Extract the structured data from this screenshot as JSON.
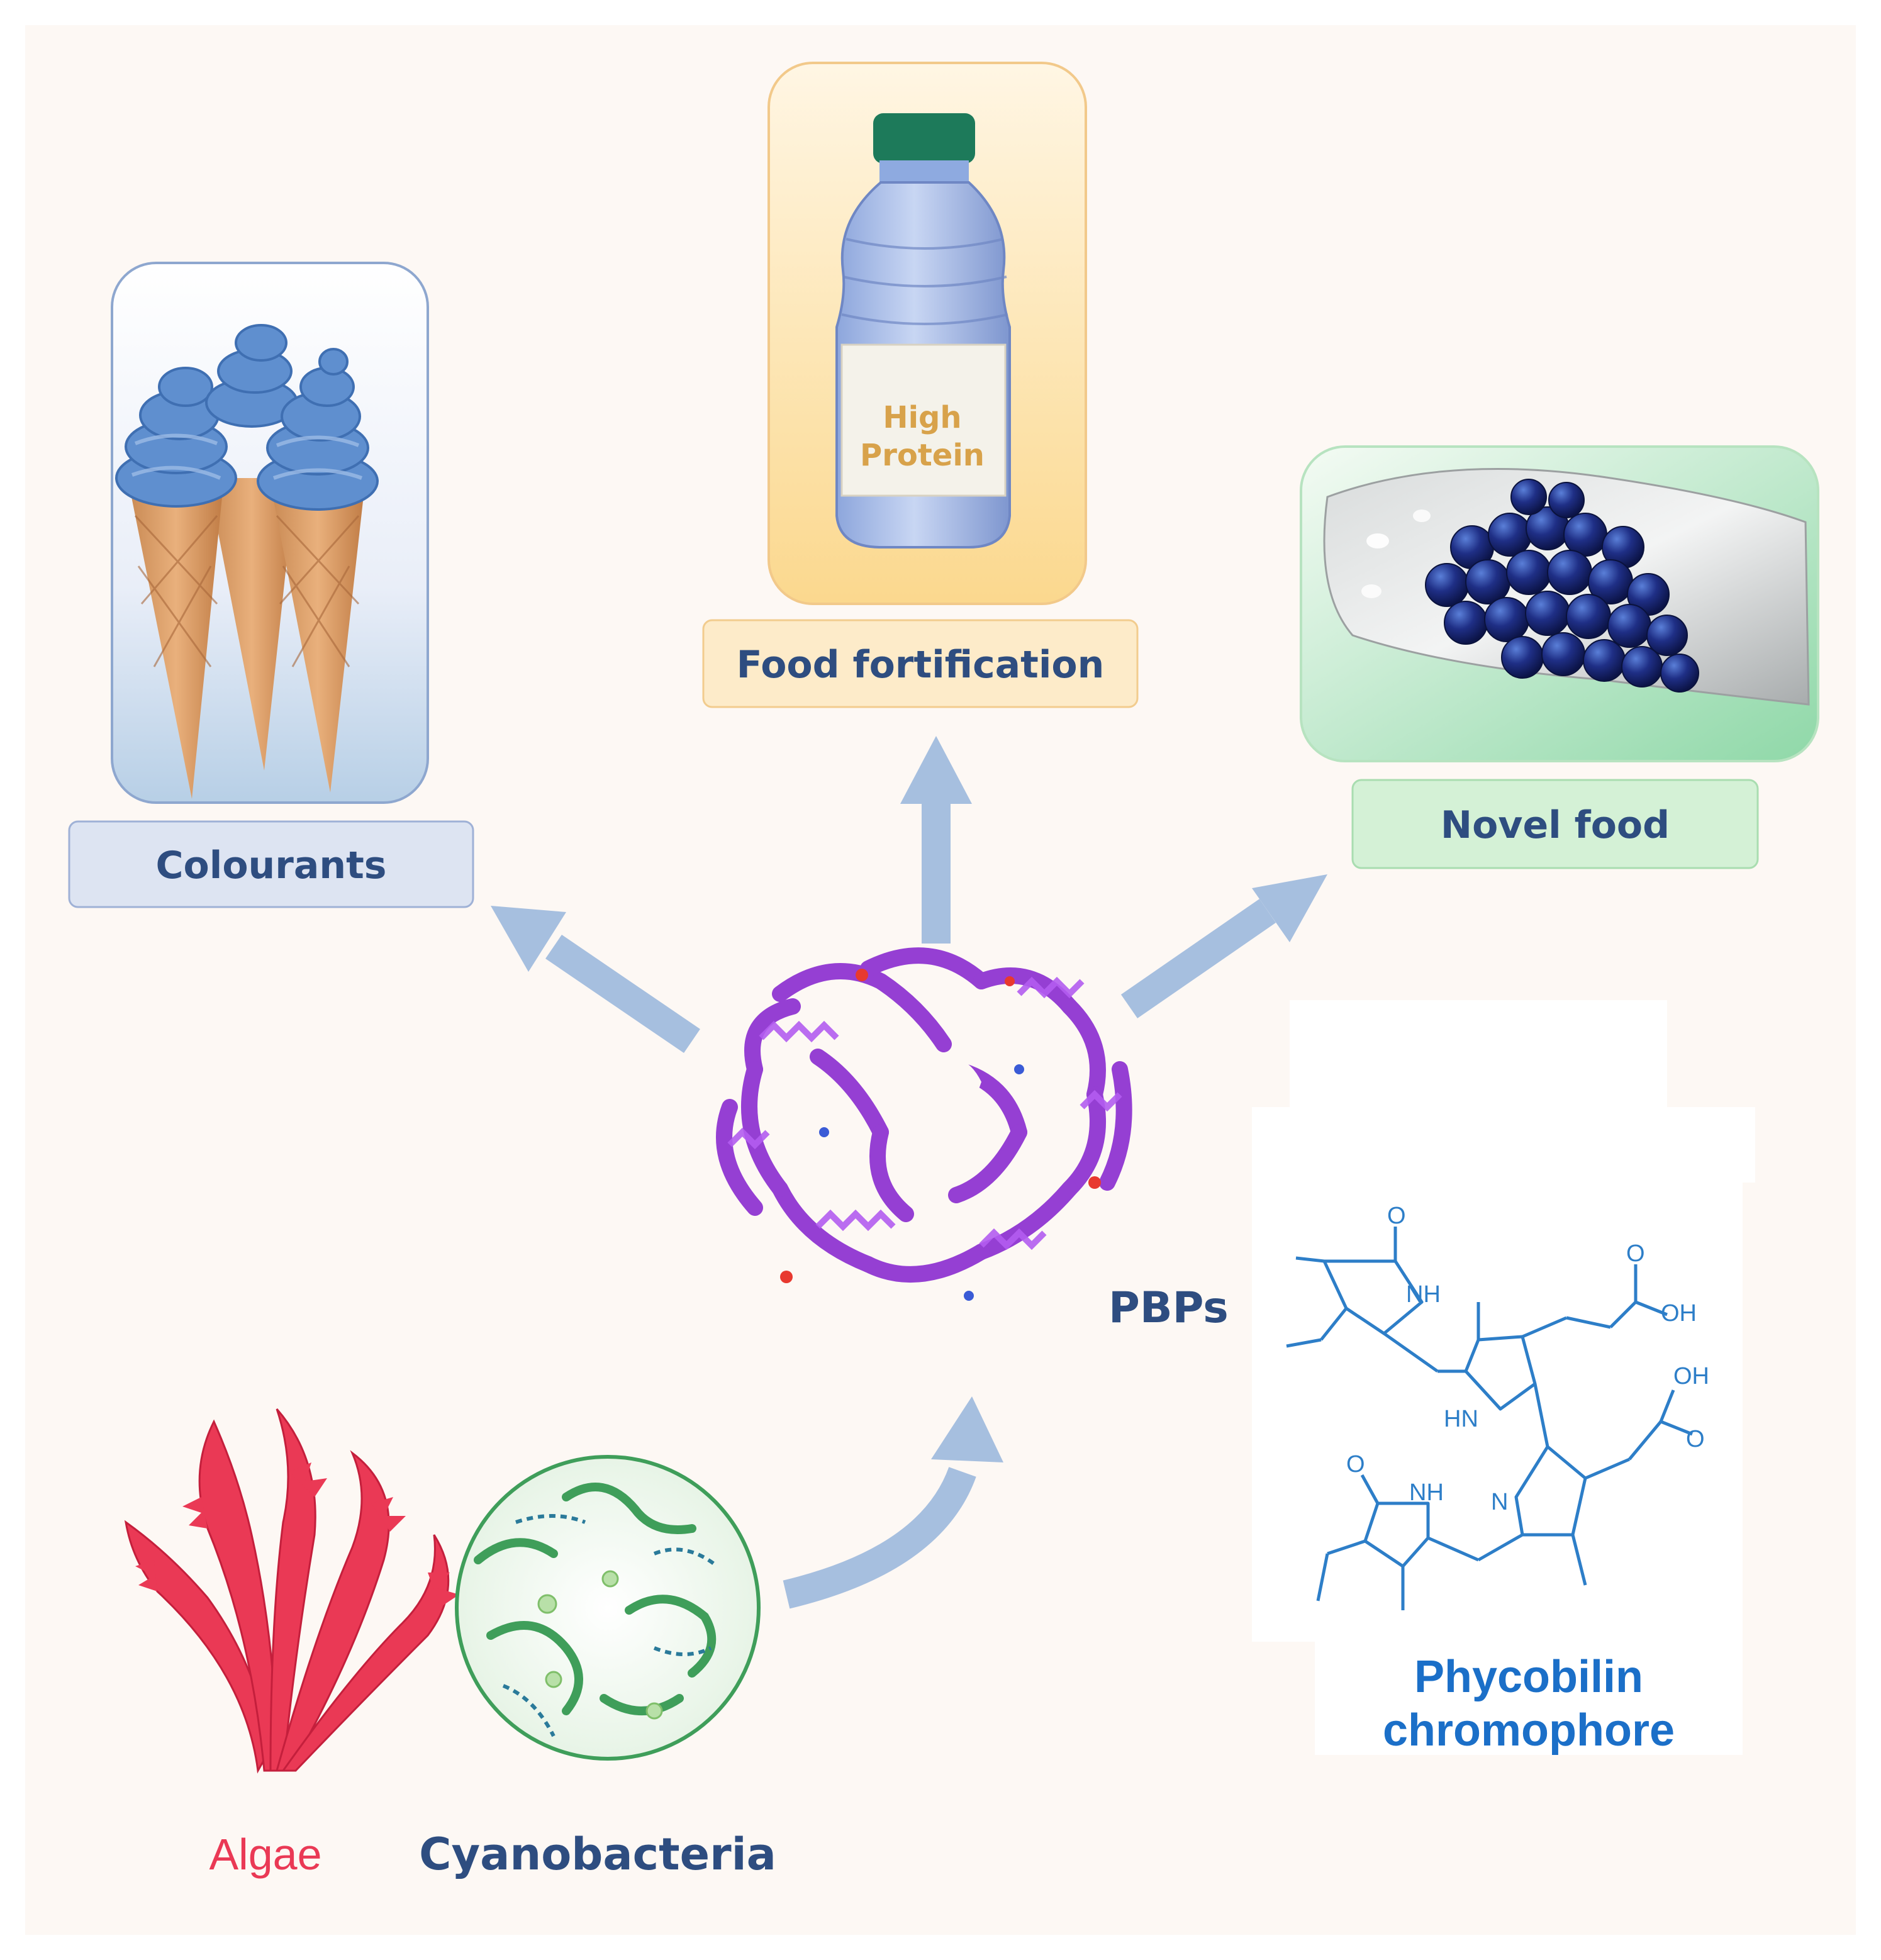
{
  "applications": {
    "colourants": "Colourants",
    "fortification": "Food fortification",
    "novel_food": "Novel food"
  },
  "bottle_label": {
    "line1": "High",
    "line2": "Protein"
  },
  "center": {
    "label": "PBPs"
  },
  "sources": {
    "algae": "Algae",
    "cyanobacteria": "Cyanobacteria"
  },
  "chromophore": {
    "title_line1": "Phycobilin",
    "title_line2": "chromophore",
    "atoms": {
      "o1": "O",
      "nh1": "NH",
      "o2": "O",
      "oh1": "OH",
      "hn": "HN",
      "oh2": "OH",
      "o3": "O",
      "o4": "O",
      "nh2": "NH",
      "n": "N"
    }
  },
  "colors": {
    "background": "#fdf8f4",
    "arrow": "#a6bfdf",
    "label_text": "#2e4d80",
    "colourants_box": "#dde4f2",
    "fortification_box": "#fdebc9",
    "fortification_tile": "#fcdc99",
    "novel_box": "#d4f1d6",
    "protein": "#8a2bd0",
    "algae": "#ea3955",
    "cyano": "#3f9e5a",
    "molecule": "#2d7ec8",
    "bottle_text": "#d8a24a"
  }
}
